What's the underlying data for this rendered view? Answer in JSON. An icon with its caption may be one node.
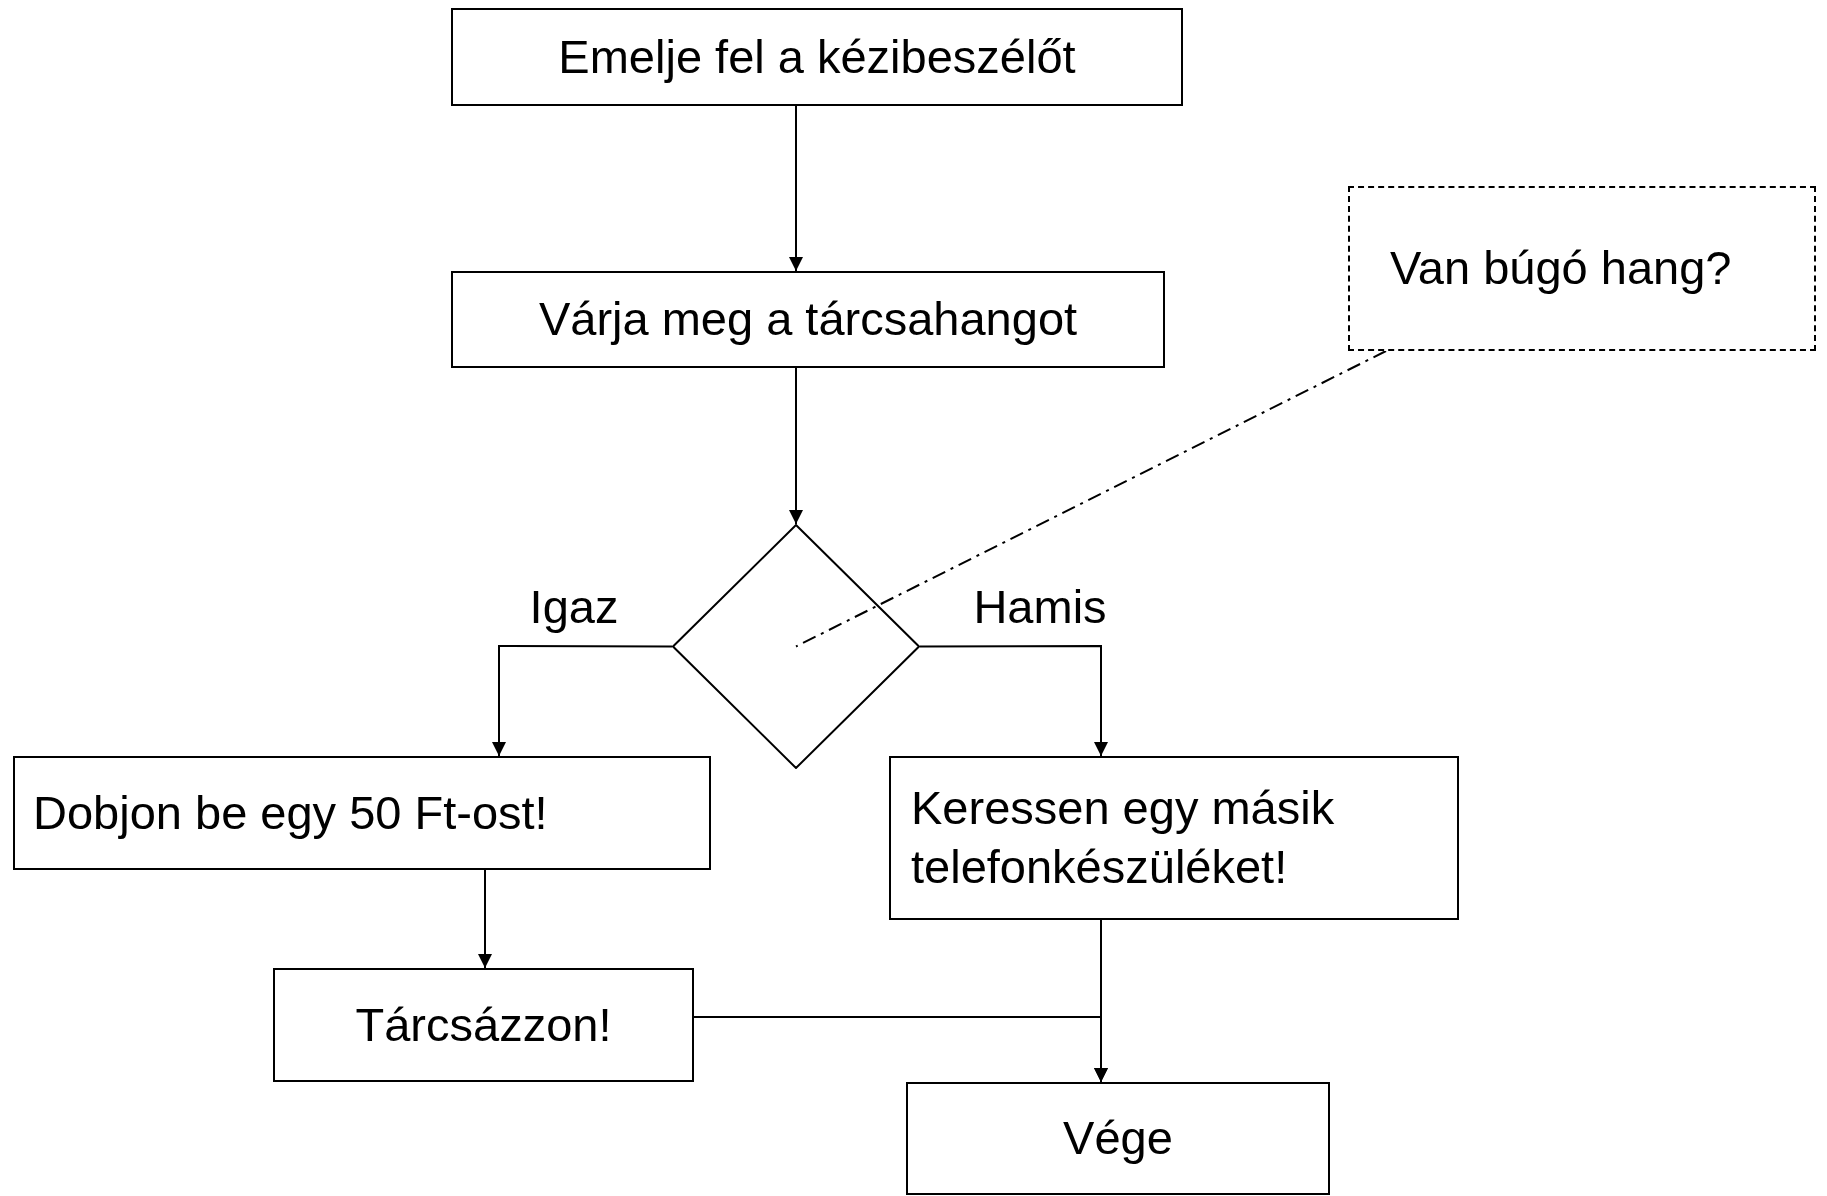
{
  "diagram": {
    "nodes": [
      {
        "text": [
          "Emelje fel a kézibeszélőt"
        ]
      },
      {
        "text": [
          "Várja meg a tárcsahangot"
        ]
      },
      {
        "text": [],
        "shape": "diamond"
      },
      {
        "text": [
          "Van búgó hang?"
        ]
      },
      {
        "text": [
          "Dobjon be egy 50 Ft-ost!"
        ]
      },
      {
        "text": [
          "Keressen egy másik telefonkészüléket!"
        ]
      },
      {
        "text": [
          "Tárcsázzon!"
        ]
      },
      {
        "text": [
          "Vége"
        ]
      }
    ],
    "edges": [
      {
        "from": 0,
        "to": 1,
        "arrow": "to"
      },
      {
        "from": 1,
        "to": 2,
        "arrow": "to"
      },
      {
        "from": 3,
        "to": 2,
        "arrow": "none",
        "style": "dashed"
      },
      {
        "from": 2,
        "to": 4,
        "arrow": "to",
        "label": "Igaz"
      },
      {
        "from": 2,
        "to": 5,
        "arrow": "to",
        "label": "Hamis"
      },
      {
        "from": 4,
        "to": 6,
        "arrow": "to"
      },
      {
        "from": 5,
        "to": 7,
        "arrow": "to"
      },
      {
        "from": 6,
        "to": 7,
        "arrow": "to"
      }
    ]
  }
}
